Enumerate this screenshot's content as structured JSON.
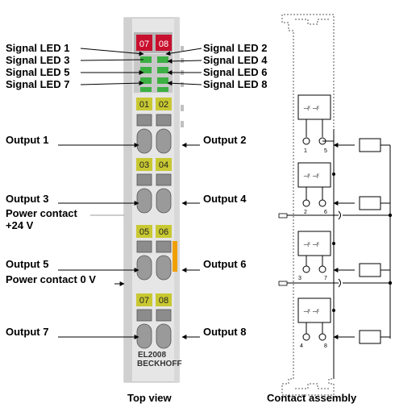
{
  "module": {
    "model": "EL2008",
    "brand": "BECKHOFF",
    "led_numbers_top": [
      "07",
      "08"
    ],
    "channel_pairs": [
      [
        "01",
        "02"
      ],
      [
        "03",
        "04"
      ],
      [
        "05",
        "06"
      ],
      [
        "07",
        "08"
      ]
    ]
  },
  "labels_left": {
    "signal_led_1": "Signal LED 1",
    "signal_led_3": "Signal LED 3",
    "signal_led_5": "Signal LED 5",
    "signal_led_7": "Signal LED 7",
    "output_1": "Output 1",
    "output_3": "Output 3",
    "power_contact_24v_line1": "Power contact",
    "power_contact_24v_line2": "+24 V",
    "output_5": "Output 5",
    "power_contact_0v": "Power contact 0 V",
    "output_7": "Output 7"
  },
  "labels_right": {
    "signal_led_2": "Signal LED 2",
    "signal_led_4": "Signal LED 4",
    "signal_led_6": "Signal LED 6",
    "signal_led_8": "Signal LED 8",
    "output_2": "Output 2",
    "output_4": "Output 4",
    "output_6": "Output 6",
    "output_8": "Output 8"
  },
  "contact_numbers": [
    [
      "1",
      "5"
    ],
    [
      "2",
      "6"
    ],
    [
      "3",
      "7"
    ],
    [
      "4",
      "8"
    ]
  ],
  "captions": {
    "top_view": "Top view",
    "contact_assembly": "Contact assembly"
  },
  "colors": {
    "led_red": "#c8102e",
    "led_green": "#3cb043",
    "channel_yellow": "#c8c832",
    "housing_gray": "#dcdcdc",
    "orange_marker": "#f0a000"
  }
}
